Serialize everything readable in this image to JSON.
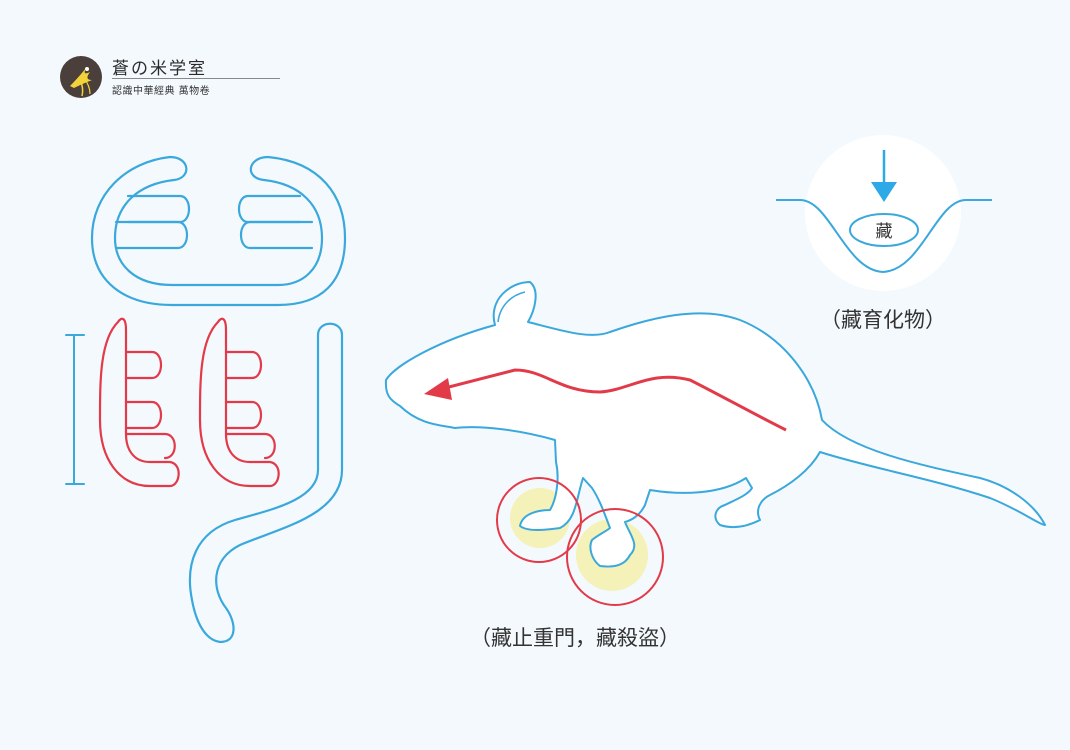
{
  "brand": {
    "title": "蒼の米学室",
    "subtitle": "認識中華經典 萬物卷"
  },
  "annotations": {
    "hole_label": "藏",
    "store_caption": "（藏育化物）",
    "door_caption": "（藏止重門，藏殺盜）"
  },
  "colors": {
    "outline_blue": "#3aa8dc",
    "highlight_red": "#e23a48",
    "arrow_blue": "#2da9e8",
    "paw_glow": "#f4f2b8",
    "background": "#f4f9fd"
  },
  "icons": {
    "logo": "phoenix-logo-icon",
    "character": "shu-glyph-icon",
    "animal": "rat-silhouette-icon",
    "burrow": "burrow-hole-icon"
  }
}
